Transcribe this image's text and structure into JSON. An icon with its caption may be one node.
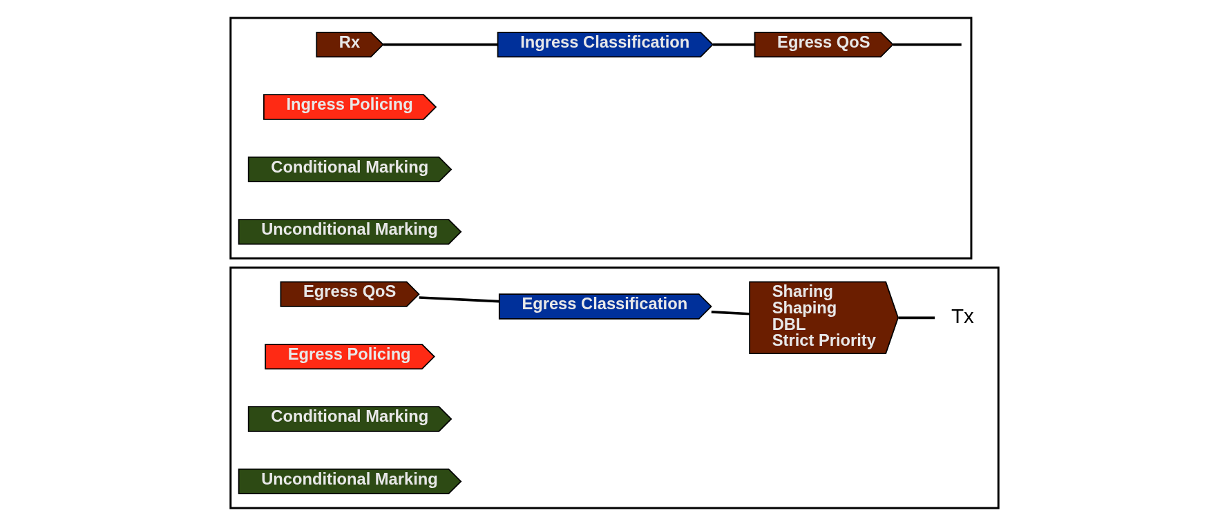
{
  "diagram": {
    "nodes": [
      {
        "text": [],
        "shape": "box"
      },
      {
        "text": [
          "Rx"
        ],
        "in": 0
      },
      {
        "text": [
          "Ingress Classification"
        ],
        "in": 0
      },
      {
        "text": [
          "Ingress Policing"
        ],
        "in": 0
      },
      {
        "text": [
          "Conditional Marking"
        ],
        "in": 0
      },
      {
        "text": [
          "Egress QoS"
        ],
        "in": 0
      },
      {
        "text": [
          "Unconditional Marking"
        ],
        "in": 0
      },
      {
        "text": [],
        "shape": "box"
      },
      {
        "text": [
          "Egress QoS"
        ],
        "in": 7
      },
      {
        "text": [
          "Egress Classification"
        ],
        "in": 7
      },
      {
        "text": [
          "Egress Policing"
        ],
        "in": 7
      },
      {
        "text": [
          "Conditional Marking"
        ],
        "in": 7
      },
      {
        "text": [
          "Sharing",
          "Shaping",
          "DBL",
          "Strict Priority"
        ],
        "in": 7
      },
      {
        "text": [
          "Tx"
        ],
        "in": 7
      },
      {
        "text": [
          "Unconditional Marking"
        ],
        "in": 7
      }
    ],
    "edges": [
      {
        "from": 1,
        "to": 2,
        "arrow": "none"
      },
      {
        "from": 2,
        "to": 5,
        "arrow": "none"
      },
      {
        "from": 5,
        "to": null,
        "arrow": "none"
      },
      {
        "from": 8,
        "to": 9,
        "arrow": "none"
      },
      {
        "from": 9,
        "to": 12,
        "arrow": "none"
      },
      {
        "from": 12,
        "to": 13,
        "arrow": "none"
      }
    ]
  }
}
